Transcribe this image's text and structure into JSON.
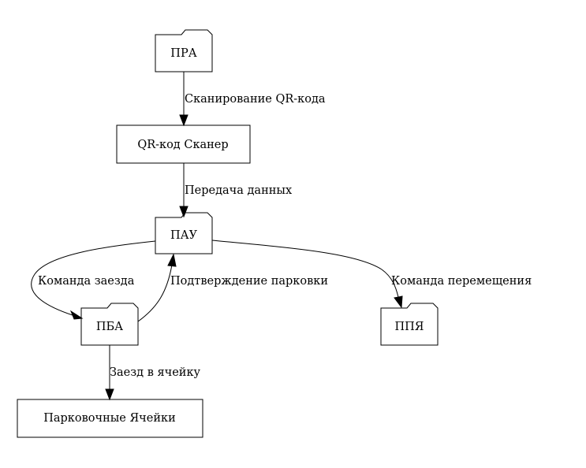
{
  "nodes": {
    "pra": {
      "label": "ПРА",
      "shape": "folder"
    },
    "qr_scanner": {
      "label": "QR-код Сканер",
      "shape": "box"
    },
    "pau": {
      "label": "ПАУ",
      "shape": "folder"
    },
    "pba": {
      "label": "ПБА",
      "shape": "folder"
    },
    "ppya": {
      "label": "ППЯ",
      "shape": "folder"
    },
    "parking_cells": {
      "label": "Парковочные Ячейки",
      "shape": "box"
    }
  },
  "edges": {
    "pra_to_qr": {
      "from": "ПРА",
      "to": "QR-код Сканер",
      "label": "Сканирование QR-кода"
    },
    "qr_to_pau": {
      "from": "QR-код Сканер",
      "to": "ПАУ",
      "label": "Передача данных"
    },
    "pau_to_pba": {
      "from": "ПАУ",
      "to": "ПБА",
      "label": "Команда заезда"
    },
    "pba_to_pau": {
      "from": "ПБА",
      "to": "ПАУ",
      "label": "Подтверждение парковки"
    },
    "pau_to_ppya": {
      "from": "ПАУ",
      "to": "ППЯ",
      "label": "Команда перемещения"
    },
    "pba_to_cells": {
      "from": "ПБА",
      "to": "Парковочные Ячейки",
      "label": "Заезд в ячейку"
    }
  }
}
